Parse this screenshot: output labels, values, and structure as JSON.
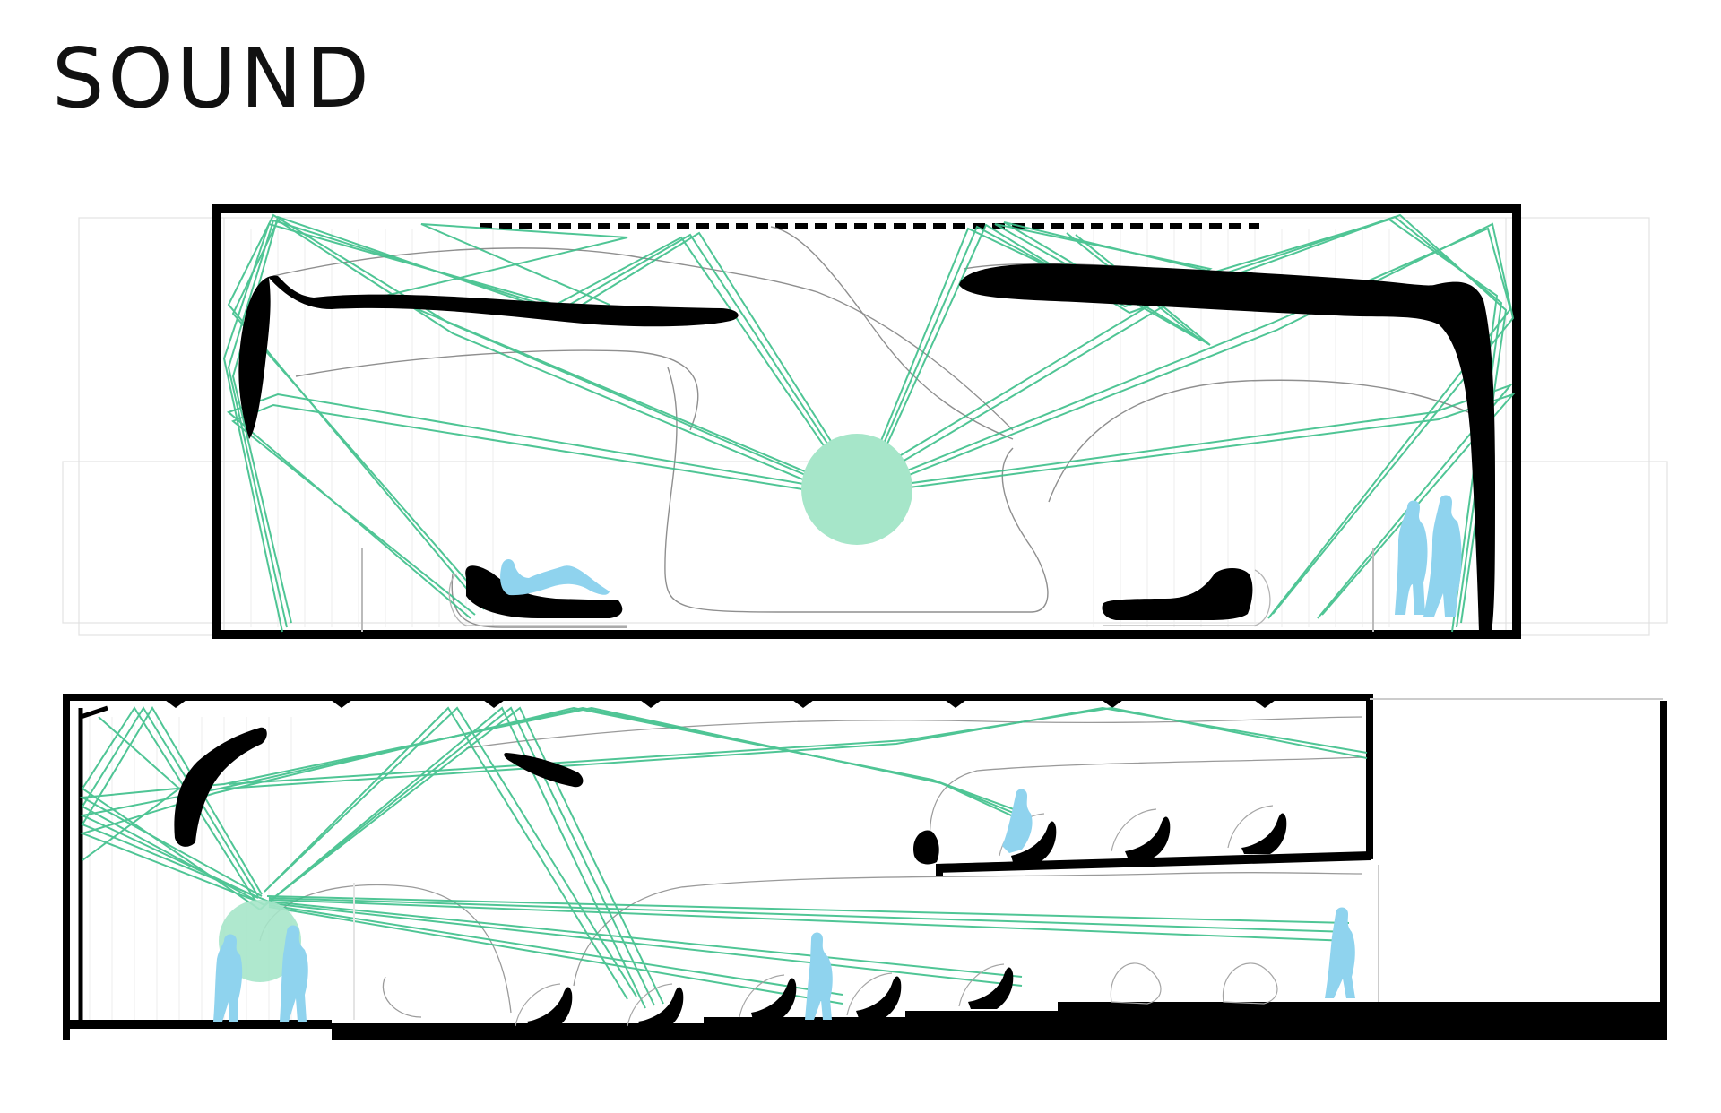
{
  "title": "SOUND",
  "colors": {
    "background": "#ffffff",
    "wall": "#000000",
    "sound_ray": "#3dbf8a",
    "sound_source": "#a6e6c9",
    "figure": "#8fd3ee",
    "contour": "#9a9a9a",
    "faint_line": "#dddddd"
  },
  "sections": [
    {
      "name": "upper-section"
    },
    {
      "name": "lower-section"
    }
  ]
}
